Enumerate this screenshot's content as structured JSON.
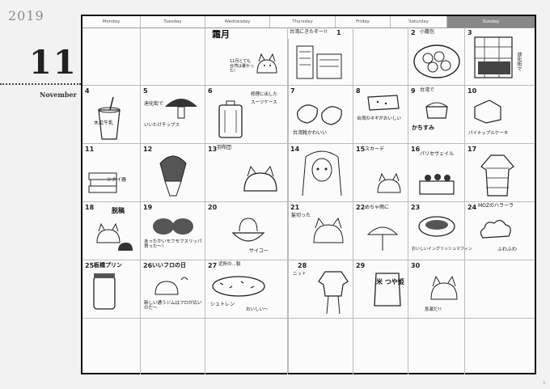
{
  "year": "2019",
  "month": {
    "number": "11",
    "name": "November"
  },
  "weekdays": [
    "Monday",
    "Tuesday",
    "Wednesday",
    "Thursday",
    "Friday",
    "Saturday",
    "Sunday"
  ],
  "calendar_title": "霜月",
  "days": [
    {
      "n": "1",
      "note": "台湾にきたぞー!!"
    },
    {
      "n": "2",
      "note": "小籠包"
    },
    {
      "n": "3",
      "note": "迪化街で"
    },
    {
      "n": "4",
      "note": "木瓜牛乳"
    },
    {
      "n": "5",
      "note": "迪化街で"
    },
    {
      "n": "6",
      "note": "スーツケース"
    },
    {
      "n": "7",
      "note": "台湾靴かわいい"
    },
    {
      "n": "8",
      "note": "台湾のネギがおいしい"
    },
    {
      "n": "9",
      "note": "台湾で"
    },
    {
      "n": "10",
      "note": "パイナップルケーキ"
    },
    {
      "n": "11",
      "note": "ツナイ器"
    },
    {
      "n": "12",
      "note": ""
    },
    {
      "n": "13",
      "note": "羽布団"
    },
    {
      "n": "14",
      "note": ""
    },
    {
      "n": "15",
      "note": "スカーデ"
    },
    {
      "n": "16",
      "note": "パリセヴェイル"
    },
    {
      "n": "17",
      "note": ""
    },
    {
      "n": "18",
      "note": "脱稿"
    },
    {
      "n": "19",
      "note": "スリッパ"
    },
    {
      "n": "20",
      "note": "サイコー"
    },
    {
      "n": "21",
      "note": "髪切った"
    },
    {
      "n": "22",
      "note": "めちゃ雨に"
    },
    {
      "n": "23",
      "note": "おいしいイングリッシュマフィン"
    },
    {
      "n": "24",
      "note": "MOZのハラーラ"
    },
    {
      "n": "25",
      "note": "板橋プリン"
    },
    {
      "n": "26",
      "note": "いいフロの日"
    },
    {
      "n": "27",
      "note": "シュトレン"
    },
    {
      "n": "28",
      "note": "ニット"
    },
    {
      "n": "29",
      "note": "米 つや姫"
    },
    {
      "n": "30",
      "note": "急激だ!!"
    }
  ],
  "extra_notes": {
    "n1": "11月とても台湾は暑かった!",
    "n2": "修理に出した",
    "n3": "いいたけチップス",
    "n4": "おいしい",
    "n5": "新しい",
    "n6": "あったかいモフモフスリッパ買った〜!",
    "n7": "新しい通うジムはフロが広いのだ〜",
    "n8": "近所の…製",
    "n9": "おいしい〜",
    "n10": "ふわふわ"
  },
  "page_number": "3"
}
